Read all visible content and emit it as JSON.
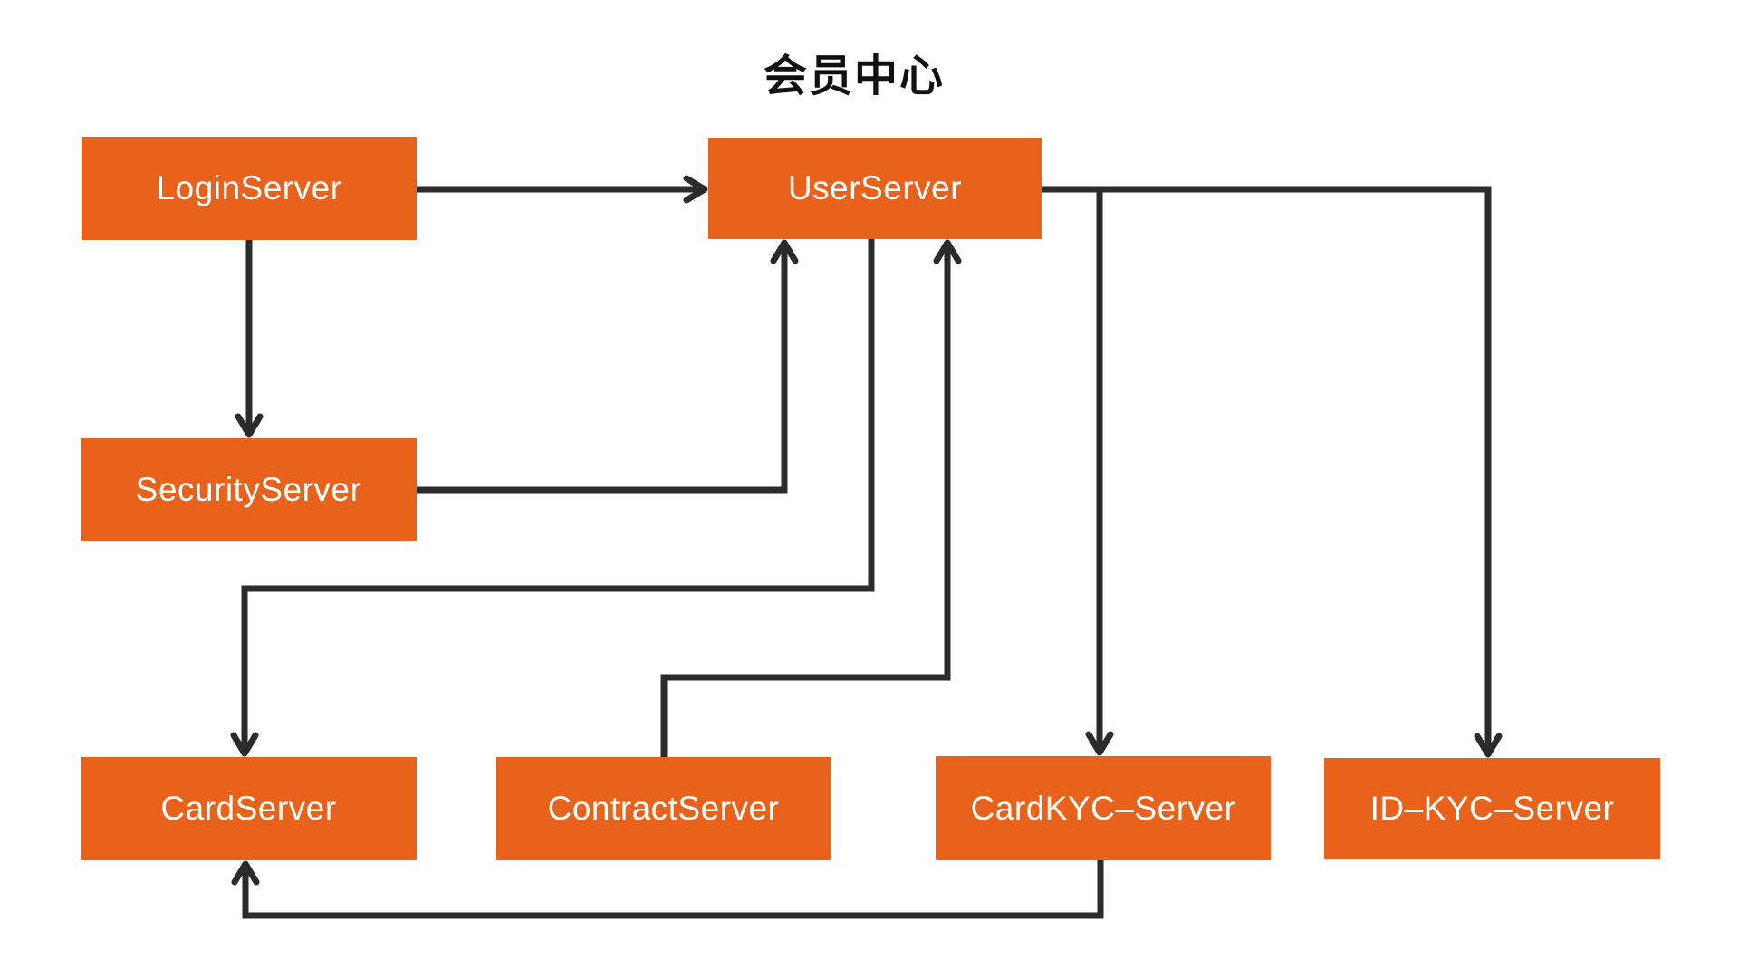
{
  "diagram": {
    "title": "会员中心",
    "type": "service-architecture-flowchart",
    "colors": {
      "node_fill": "#E8621C",
      "node_text": "#FFFFFF",
      "edge": "#2B2B2B",
      "background": "#FFFFFF",
      "title_text": "#111111"
    },
    "nodes": [
      {
        "id": "login-server",
        "label": "LoginServer"
      },
      {
        "id": "user-server",
        "label": "UserServer"
      },
      {
        "id": "security-server",
        "label": "SecurityServer"
      },
      {
        "id": "card-server",
        "label": "CardServer"
      },
      {
        "id": "contract-server",
        "label": "ContractServer"
      },
      {
        "id": "card-kyc-server",
        "label": "CardKYC–Server"
      },
      {
        "id": "id-kyc-server",
        "label": "ID–KYC–Server"
      }
    ],
    "edges": [
      {
        "from": "LoginServer",
        "to": "UserServer"
      },
      {
        "from": "LoginServer",
        "to": "SecurityServer"
      },
      {
        "from": "SecurityServer",
        "to": "UserServer"
      },
      {
        "from": "ContractServer",
        "to": "UserServer"
      },
      {
        "from": "UserServer",
        "to": "CardServer"
      },
      {
        "from": "UserServer",
        "to": "CardKYC–Server"
      },
      {
        "from": "UserServer",
        "to": "ID–KYC–Server"
      },
      {
        "from": "CardKYC–Server",
        "to": "CardServer"
      }
    ]
  }
}
